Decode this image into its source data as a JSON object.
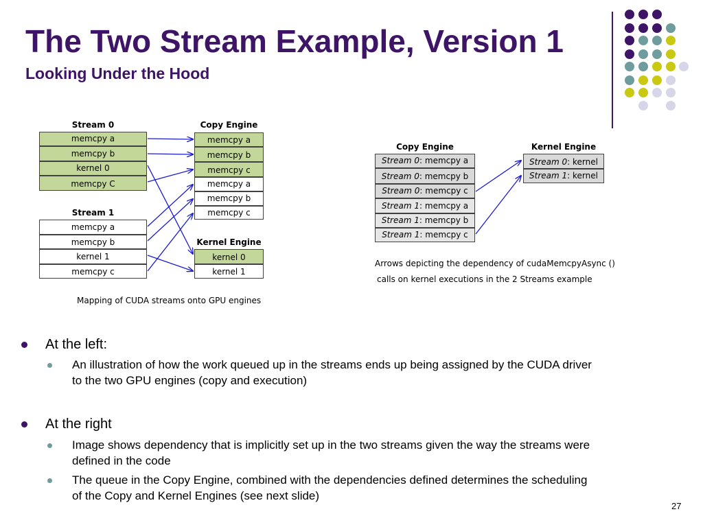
{
  "colors": {
    "title": "#3d1466",
    "purple": "#3d1466",
    "teal": "#6f9c9c",
    "yellow": "#c9c914",
    "lavender": "#d6d6e8",
    "green_cell": "#c4d79b",
    "gray_cell": "#d9d9d9",
    "arrow": "#1a1ad1",
    "bullet_main": "#3d1466",
    "bullet_sub": "#6f9c9c",
    "vline": "#3d1466"
  },
  "slide": {
    "title": "The Two Stream Example, Version 1",
    "subtitle": "Looking Under the Hood",
    "page_number": "27"
  },
  "left_diagram": {
    "stream0": {
      "header": "Stream 0",
      "rows": [
        "memcpy a",
        "memcpy b",
        "kernel 0",
        "memcpy C"
      ]
    },
    "stream1": {
      "header": "Stream 1",
      "rows": [
        "memcpy a",
        "memcpy b",
        "kernel 1",
        "memcpy c"
      ]
    },
    "copy_engine": {
      "header": "Copy Engine",
      "rows": [
        "memcpy a",
        "memcpy b",
        "memcpy c",
        "memcpy a",
        "memcpy b",
        "memcpy c"
      ]
    },
    "kernel_engine": {
      "header": "Kernel Engine",
      "rows": [
        "kernel 0",
        "kernel 1"
      ]
    },
    "caption": "Mapping of CUDA streams onto GPU engines"
  },
  "right_diagram": {
    "copy_engine": {
      "header": "Copy Engine",
      "rows": [
        {
          "stream": "Stream 0",
          "op": ": memcpy a"
        },
        {
          "stream": "Stream 0",
          "op": ": memcpy b"
        },
        {
          "stream": "Stream 0",
          "op": ": memcpy c"
        },
        {
          "stream": "Stream 1",
          "op": ": memcpy a"
        },
        {
          "stream": "Stream 1",
          "op": ": memcpy b"
        },
        {
          "stream": "Stream 1",
          "op": ": memcpy c"
        }
      ]
    },
    "kernel_engine": {
      "header": "Kernel Engine",
      "rows": [
        {
          "stream": "Stream 0",
          "op": ": kernel"
        },
        {
          "stream": "Stream 1",
          "op": ": kernel"
        }
      ]
    },
    "caption_line1": "Arrows depicting the dependency of cudaMemcpyAsync ()",
    "caption_line2": "calls on kernel executions in the 2 Streams example"
  },
  "bullets": [
    {
      "text": "At the left:",
      "subs": [
        {
          "line1": "An illustration of how the work queued up in the streams ends up being assigned by the CUDA driver",
          "line2": "to the two GPU engines (copy and execution)"
        }
      ]
    },
    {
      "text": "At the right",
      "subs": [
        {
          "line1": "Image shows dependency that is implicitly set up in the two streams given the way the streams were",
          "line2": "defined in the code"
        },
        {
          "line1": "The queue in the Copy Engine, combined with the dependencies defined determines the scheduling",
          "line2": "of the Copy and Kernel Engines (see next slide)"
        }
      ]
    }
  ]
}
